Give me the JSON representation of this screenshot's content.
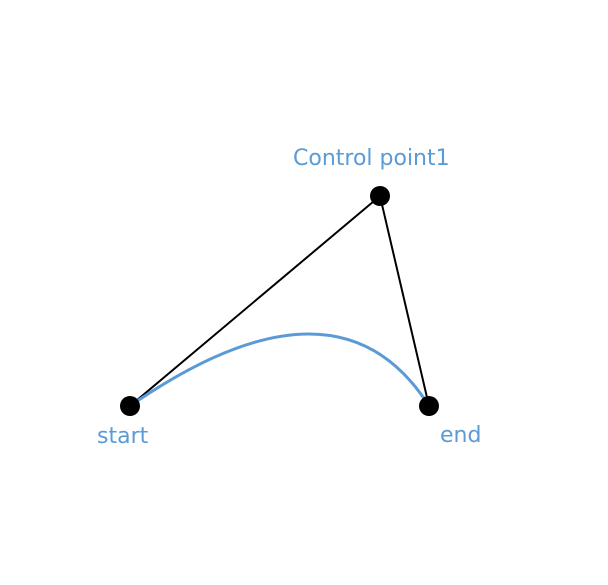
{
  "labels": {
    "start": "start",
    "end": "end",
    "control": "Control point1"
  },
  "colors": {
    "curve": "#5b9bd5",
    "label": "#5b9bd5",
    "lines": "#000000",
    "points": "#000000"
  }
}
